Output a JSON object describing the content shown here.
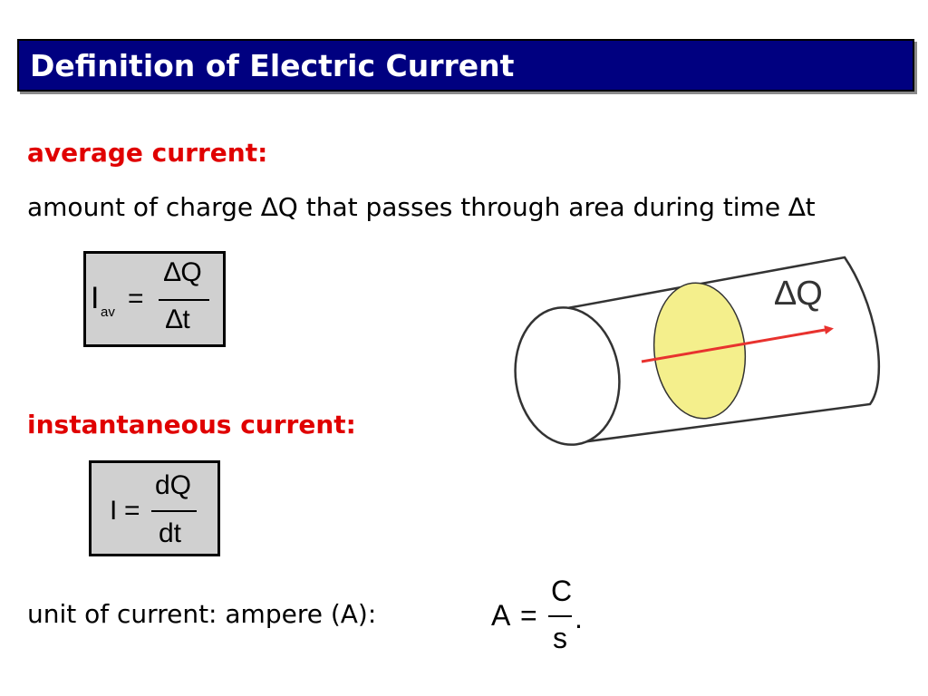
{
  "title": "Definition of Electric Current",
  "average": {
    "heading": "average current:",
    "description": "amount of charge ∆Q that passes through area during time ∆t",
    "formula": {
      "symbol": "I",
      "subscript": "av",
      "equals": "=",
      "numerator": "∆Q",
      "denominator": "∆t"
    }
  },
  "instantaneous": {
    "heading": "instantaneous current:",
    "formula": {
      "symbol": "I",
      "equals": "=",
      "numerator": "dQ",
      "denominator": "dt"
    }
  },
  "unit": {
    "text": "unit of current: ampere (A):",
    "formula": {
      "symbol": "A",
      "equals": "=",
      "numerator": "C",
      "denominator": "s",
      "period": "."
    }
  },
  "diagram": {
    "label": "∆Q",
    "colors": {
      "cross_section": "#f4ef8c",
      "arrow": "#e8322e",
      "outline": "#333333",
      "title_bar": "#000080",
      "heading": "#e00000"
    }
  }
}
